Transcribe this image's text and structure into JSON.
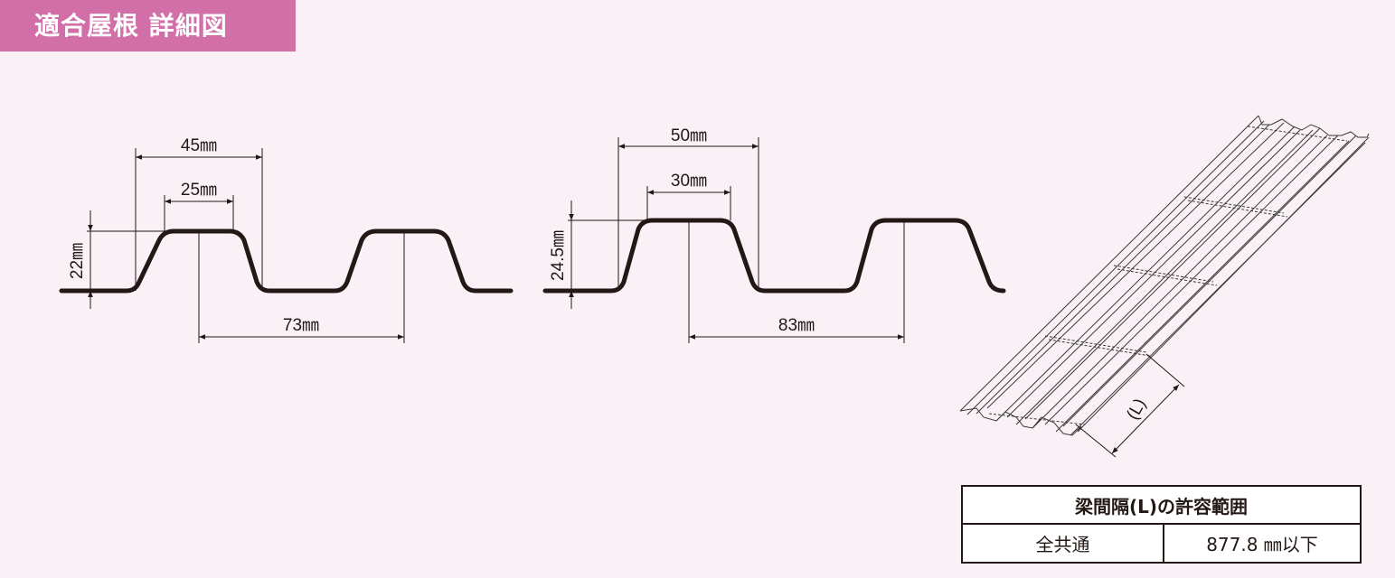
{
  "header": {
    "title": "適合屋根 詳細図"
  },
  "profile_a": {
    "width_top": "45㎜",
    "width_crest": "25㎜",
    "pitch": "73㎜",
    "height": "22㎜"
  },
  "profile_b": {
    "width_top": "50㎜",
    "width_crest": "30㎜",
    "pitch": "83㎜",
    "height": "24.5㎜"
  },
  "perspective": {
    "span_label": "(L)"
  },
  "table": {
    "header": "梁間隔(L)の許容範囲",
    "rows": [
      {
        "label": "全共通",
        "value": "877.8 ㎜以下"
      }
    ]
  }
}
